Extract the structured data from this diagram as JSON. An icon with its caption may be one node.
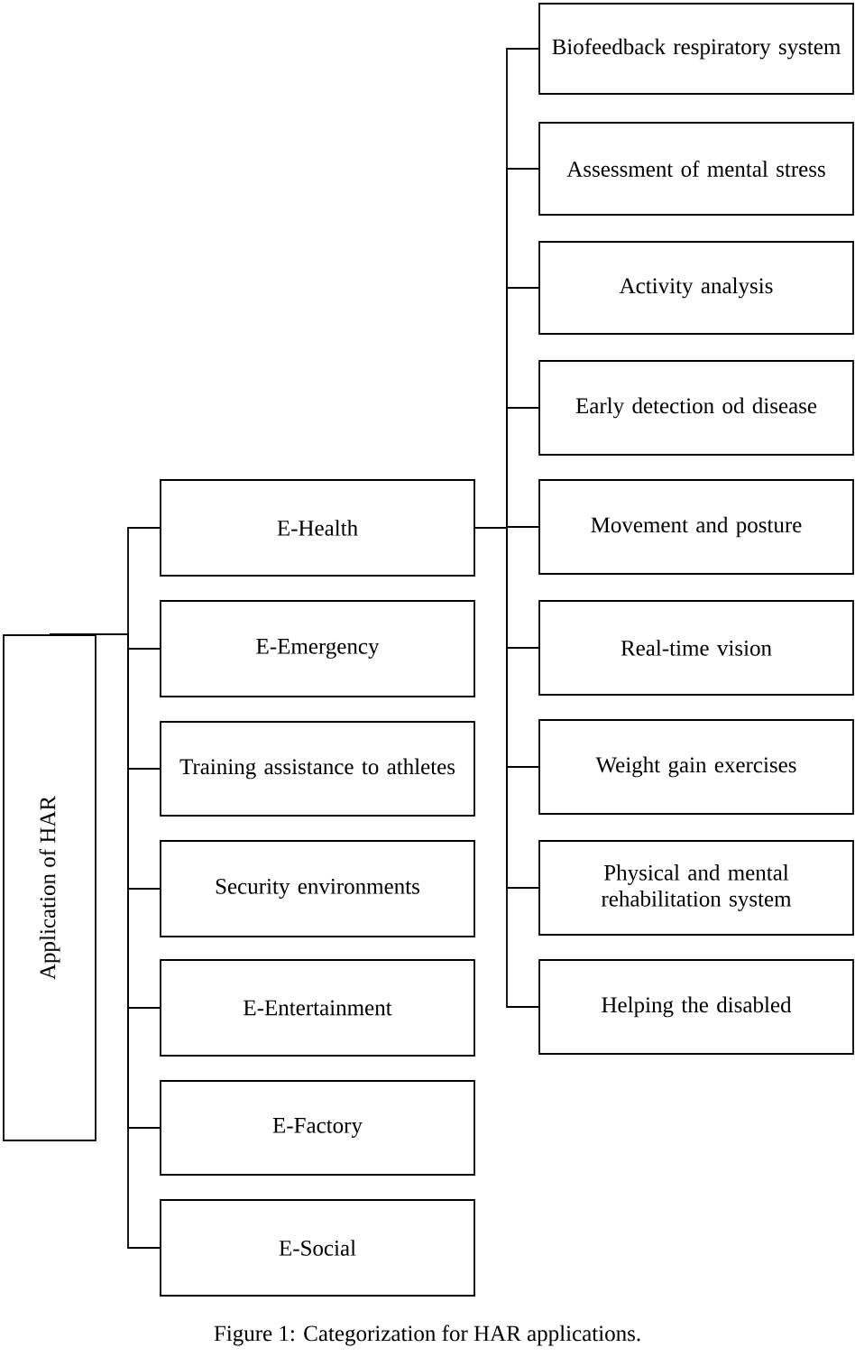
{
  "diagram": {
    "caption": "Figure 1: Categorization for HAR applications.",
    "nodes": [
      {
        "text": [
          "Application of HAR"
        ]
      },
      {
        "text": [
          "E-Health"
        ]
      },
      {
        "text": [
          "E-Emergency"
        ]
      },
      {
        "text": [
          "Training assistance to athletes"
        ]
      },
      {
        "text": [
          "Security environments"
        ]
      },
      {
        "text": [
          "E-Entertainment"
        ]
      },
      {
        "text": [
          "E-Factory"
        ]
      },
      {
        "text": [
          "E-Social"
        ]
      },
      {
        "text": [
          "Biofeedback respiratory system"
        ]
      },
      {
        "text": [
          "Assessment of mental stress"
        ]
      },
      {
        "text": [
          "Activity analysis"
        ]
      },
      {
        "text": [
          "Early detection od disease"
        ]
      },
      {
        "text": [
          "Movement and posture"
        ]
      },
      {
        "text": [
          "Real-time vision"
        ]
      },
      {
        "text": [
          "Weight gain exercises"
        ]
      },
      {
        "text": [
          "Physical and mental rehabilitation system"
        ]
      },
      {
        "text": [
          "Helping the disabled"
        ]
      }
    ],
    "edges": [
      {
        "from": 0,
        "to": 1,
        "arrow": "none"
      },
      {
        "from": 0,
        "to": 2,
        "arrow": "none"
      },
      {
        "from": 0,
        "to": 3,
        "arrow": "none"
      },
      {
        "from": 0,
        "to": 4,
        "arrow": "none"
      },
      {
        "from": 0,
        "to": 5,
        "arrow": "none"
      },
      {
        "from": 0,
        "to": 6,
        "arrow": "none"
      },
      {
        "from": 0,
        "to": 7,
        "arrow": "none"
      },
      {
        "from": 1,
        "to": 8,
        "arrow": "none"
      },
      {
        "from": 1,
        "to": 9,
        "arrow": "none"
      },
      {
        "from": 1,
        "to": 10,
        "arrow": "none"
      },
      {
        "from": 1,
        "to": 11,
        "arrow": "none"
      },
      {
        "from": 1,
        "to": 12,
        "arrow": "none"
      },
      {
        "from": 1,
        "to": 13,
        "arrow": "none"
      },
      {
        "from": 1,
        "to": 14,
        "arrow": "none"
      },
      {
        "from": 1,
        "to": 15,
        "arrow": "none"
      },
      {
        "from": 1,
        "to": 16,
        "arrow": "none"
      }
    ]
  }
}
